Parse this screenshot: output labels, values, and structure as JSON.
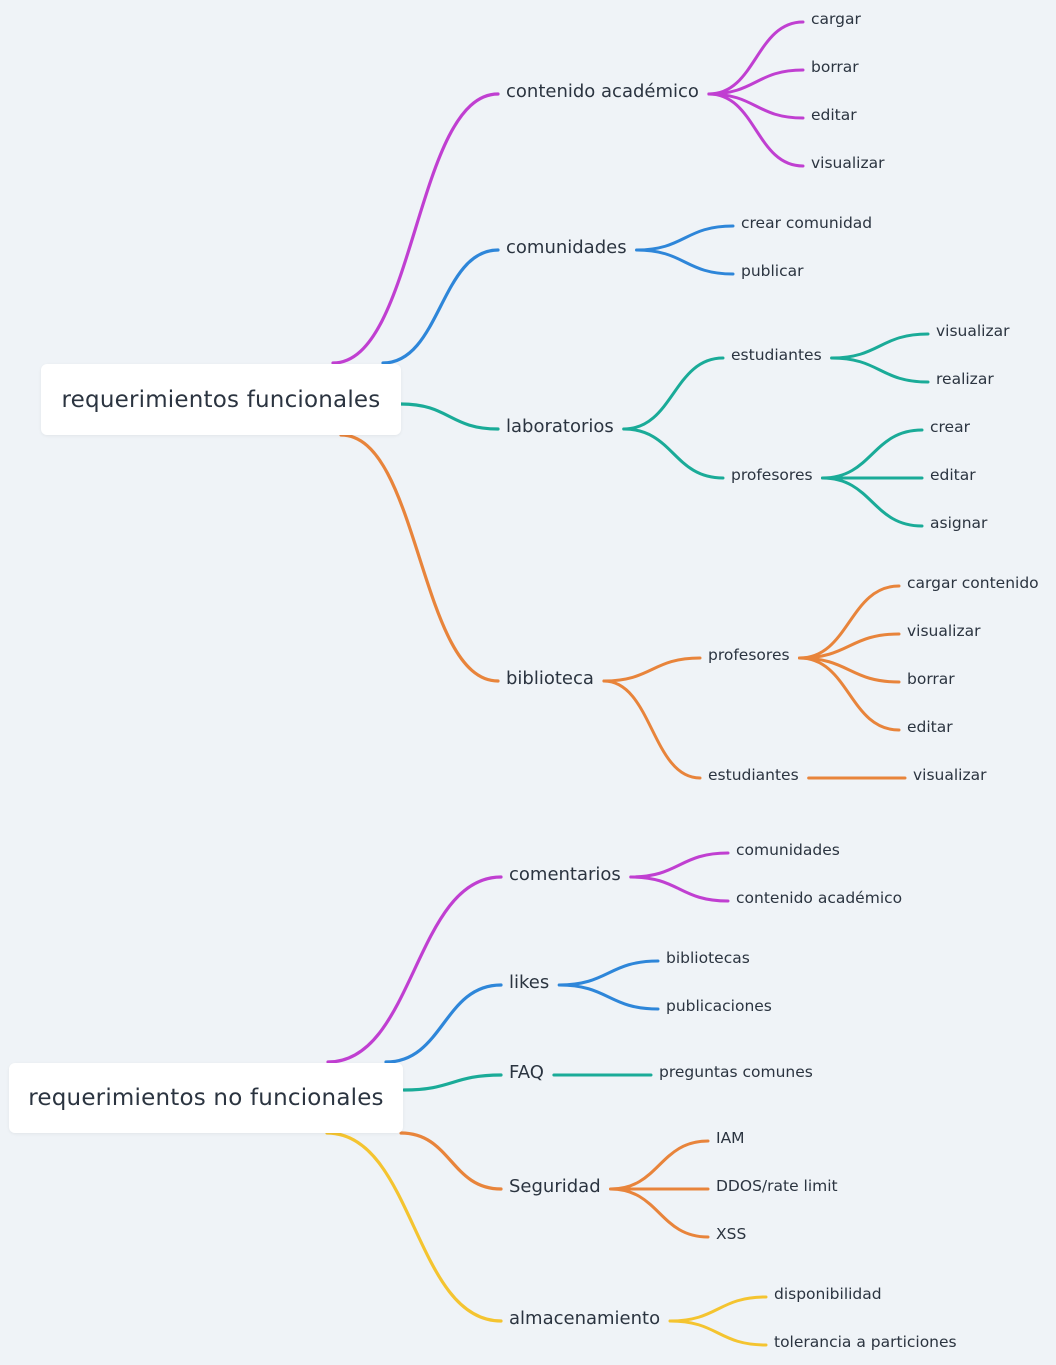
{
  "colors": {
    "purple": "#c03fd1",
    "blue": "#2e86d9",
    "teal": "#1aab98",
    "orange": "#e8843b",
    "yellow": "#f4c430",
    "background": "#eff3f7",
    "text": "#2b3440"
  },
  "mindmaps": [
    {
      "root": "requerimientos funcionales",
      "branches": [
        {
          "label": "contenido académico",
          "color": "purple",
          "children": [
            {
              "label": "cargar"
            },
            {
              "label": "borrar"
            },
            {
              "label": "editar"
            },
            {
              "label": "visualizar"
            }
          ]
        },
        {
          "label": "comunidades",
          "color": "blue",
          "children": [
            {
              "label": "crear comunidad"
            },
            {
              "label": "publicar"
            }
          ]
        },
        {
          "label": "laboratorios",
          "color": "teal",
          "children": [
            {
              "label": "estudiantes",
              "children": [
                {
                  "label": "visualizar"
                },
                {
                  "label": "realizar"
                }
              ]
            },
            {
              "label": "profesores",
              "children": [
                {
                  "label": "crear"
                },
                {
                  "label": "editar"
                },
                {
                  "label": "asignar"
                }
              ]
            }
          ]
        },
        {
          "label": "biblioteca",
          "color": "orange",
          "children": [
            {
              "label": "profesores",
              "children": [
                {
                  "label": "cargar contenido"
                },
                {
                  "label": "visualizar"
                },
                {
                  "label": "borrar"
                },
                {
                  "label": "editar"
                }
              ]
            },
            {
              "label": "estudiantes",
              "children": [
                {
                  "label": "visualizar"
                }
              ]
            }
          ]
        }
      ]
    },
    {
      "root": "requerimientos no funcionales",
      "branches": [
        {
          "label": "comentarios",
          "color": "purple",
          "children": [
            {
              "label": "comunidades"
            },
            {
              "label": "contenido académico"
            }
          ]
        },
        {
          "label": "likes",
          "color": "blue",
          "children": [
            {
              "label": "bibliotecas"
            },
            {
              "label": "publicaciones"
            }
          ]
        },
        {
          "label": "FAQ",
          "color": "teal",
          "children": [
            {
              "label": "preguntas comunes"
            }
          ]
        },
        {
          "label": "Seguridad",
          "color": "orange",
          "children": [
            {
              "label": "IAM"
            },
            {
              "label": "DDOS/rate limit"
            },
            {
              "label": "XSS"
            }
          ]
        },
        {
          "label": "almacenamiento",
          "color": "yellow",
          "children": [
            {
              "label": "disponibilidad"
            },
            {
              "label": "tolerancia a particiones"
            }
          ]
        }
      ]
    }
  ]
}
